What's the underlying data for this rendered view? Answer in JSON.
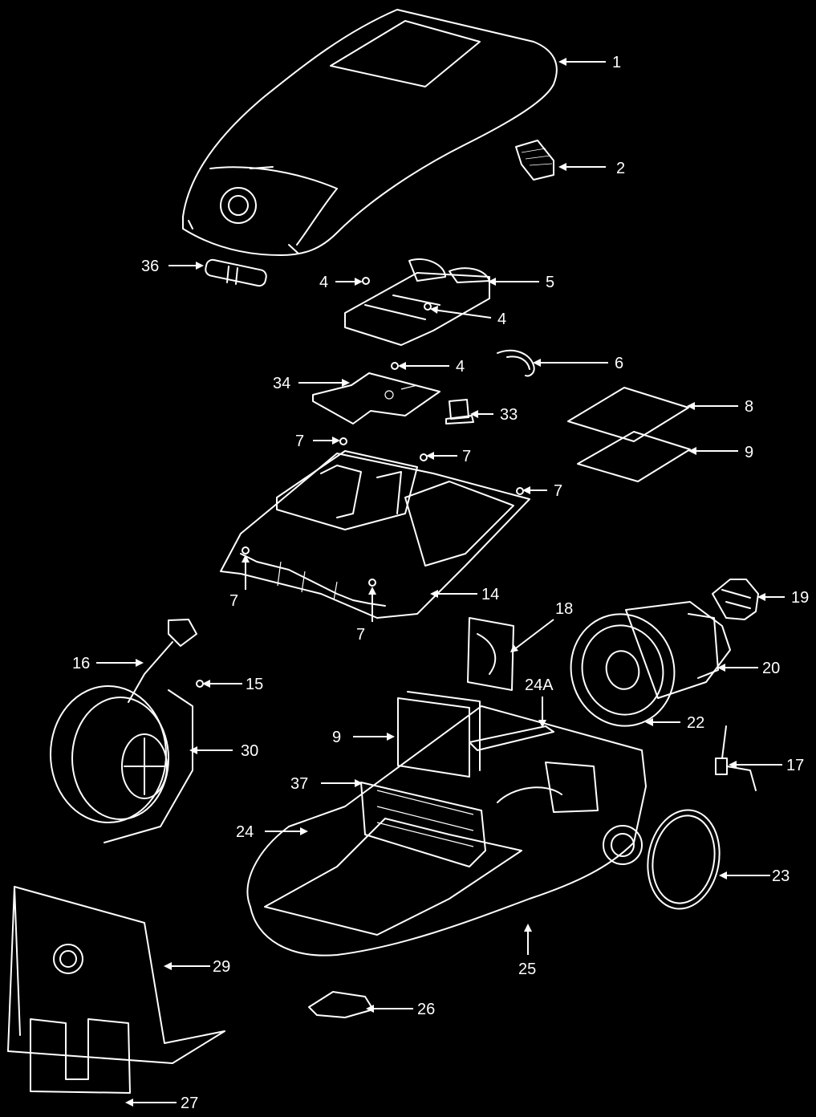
{
  "callouts": [
    {
      "id": "1",
      "label": "1"
    },
    {
      "id": "2",
      "label": "2"
    },
    {
      "id": "36",
      "label": "36"
    },
    {
      "id": "4a",
      "label": "4"
    },
    {
      "id": "5",
      "label": "5"
    },
    {
      "id": "4b",
      "label": "4"
    },
    {
      "id": "6",
      "label": "6"
    },
    {
      "id": "4c",
      "label": "4"
    },
    {
      "id": "34",
      "label": "34"
    },
    {
      "id": "33",
      "label": "33"
    },
    {
      "id": "8",
      "label": "8"
    },
    {
      "id": "9a",
      "label": "9"
    },
    {
      "id": "7a",
      "label": "7"
    },
    {
      "id": "7b",
      "label": "7"
    },
    {
      "id": "7c",
      "label": "7"
    },
    {
      "id": "7d",
      "label": "7"
    },
    {
      "id": "7e",
      "label": "7"
    },
    {
      "id": "14",
      "label": "14"
    },
    {
      "id": "19",
      "label": "19"
    },
    {
      "id": "18",
      "label": "18"
    },
    {
      "id": "20",
      "label": "20"
    },
    {
      "id": "16",
      "label": "16"
    },
    {
      "id": "15",
      "label": "15"
    },
    {
      "id": "24A",
      "label": "24A"
    },
    {
      "id": "22",
      "label": "22"
    },
    {
      "id": "9b",
      "label": "9"
    },
    {
      "id": "30",
      "label": "30"
    },
    {
      "id": "17",
      "label": "17"
    },
    {
      "id": "37",
      "label": "37"
    },
    {
      "id": "24",
      "label": "24"
    },
    {
      "id": "23",
      "label": "23"
    },
    {
      "id": "29",
      "label": "29"
    },
    {
      "id": "25",
      "label": "25"
    },
    {
      "id": "26",
      "label": "26"
    },
    {
      "id": "27",
      "label": "27"
    }
  ]
}
